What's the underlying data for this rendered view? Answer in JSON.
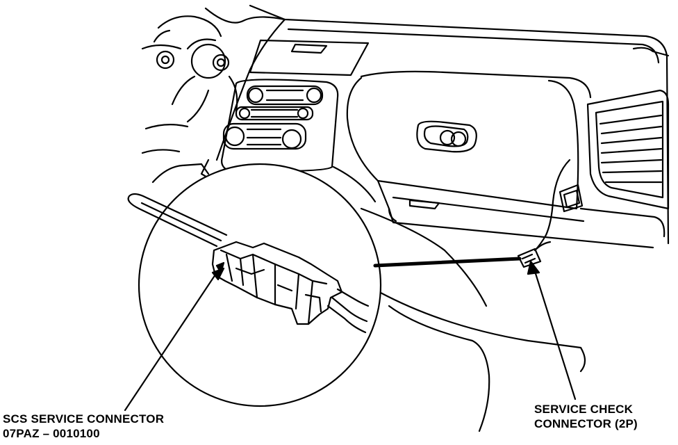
{
  "labels": {
    "scs_connector": {
      "line1": "SCS SERVICE CONNECTOR",
      "line2": "07PAZ – 0010100"
    },
    "service_check_connector": {
      "line1": "SERVICE CHECK",
      "line2": "CONNECTOR (2P)"
    }
  },
  "colors": {
    "ink": "#000000",
    "paper": "#ffffff"
  }
}
